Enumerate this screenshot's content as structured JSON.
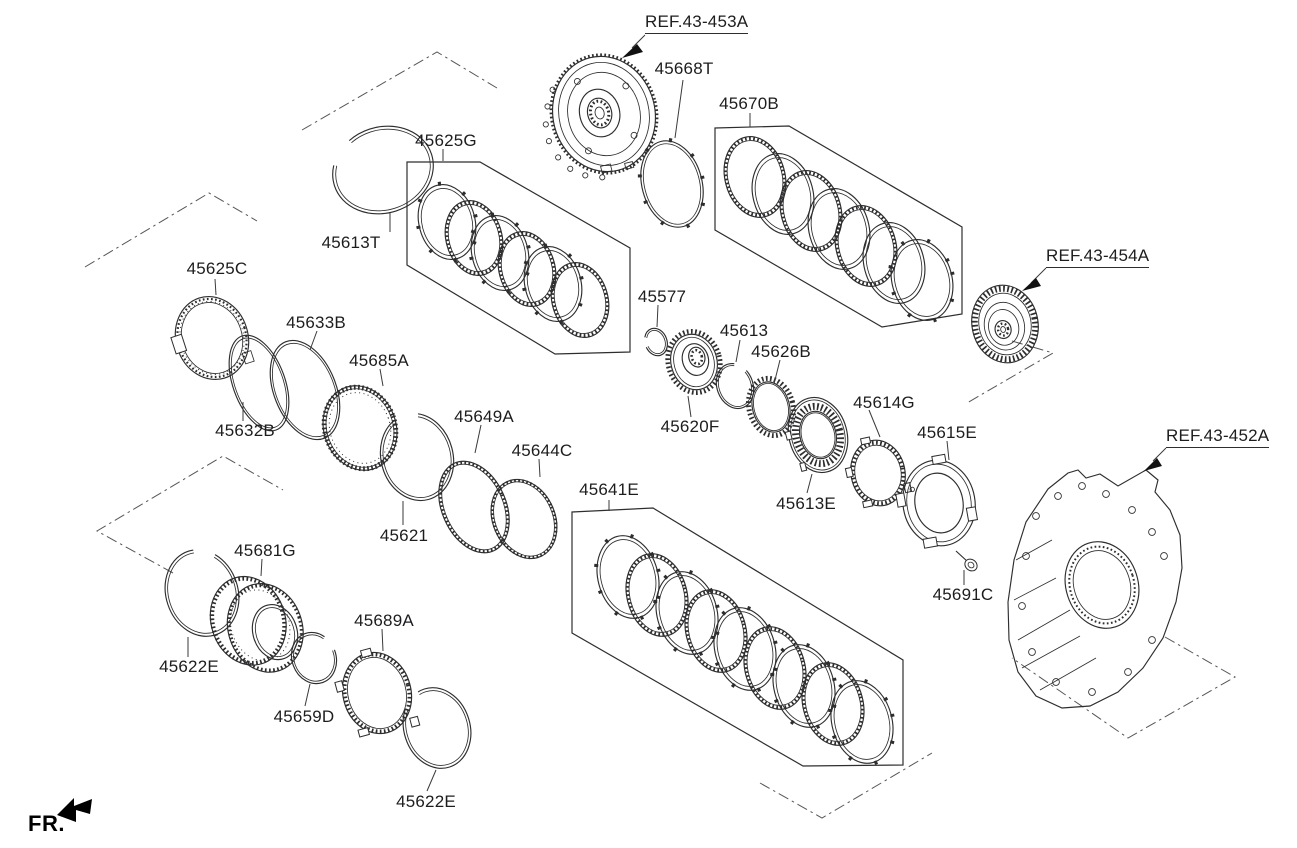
{
  "parts": {
    "45613T": "45613T",
    "45625C": "45625C",
    "45633B": "45633B",
    "45632B": "45632B",
    "45685A": "45685A",
    "45625G": "45625G",
    "45668T": "45668T",
    "45670B": "45670B",
    "45577": "45577",
    "45613": "45613",
    "45626B": "45626B",
    "45620F": "45620F",
    "45614G": "45614G",
    "45615E": "45615E",
    "45613E": "45613E",
    "45691C": "45691C",
    "45649A": "45649A",
    "45644C": "45644C",
    "45621": "45621",
    "45641E": "45641E",
    "45622E": "45622E",
    "45681G": "45681G",
    "45659D": "45659D",
    "45689A": "45689A"
  },
  "refs": {
    "ref_453a": "REF.43-453A",
    "ref_454a": "REF.43-454A",
    "ref_452a": "REF.43-452A"
  },
  "front_marker": "FR."
}
